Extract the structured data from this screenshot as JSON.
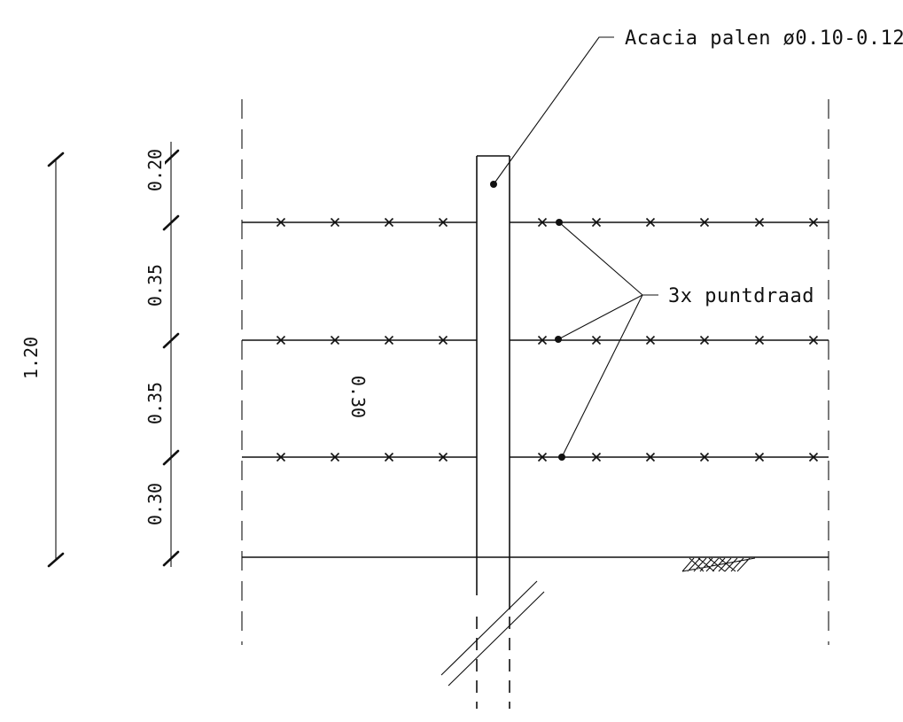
{
  "labels": {
    "post_label": "Acacia palen ø0.10-0.12m",
    "wire_label": "3x puntdraad"
  },
  "dimensions": {
    "total": "1.20",
    "seg_top": "0.20",
    "seg_2": "0.35",
    "seg_3": "0.35",
    "seg_bottom": "0.30",
    "post_below_ground": "0.30"
  },
  "colors": {
    "ink": "#111111",
    "background": "#ffffff"
  }
}
